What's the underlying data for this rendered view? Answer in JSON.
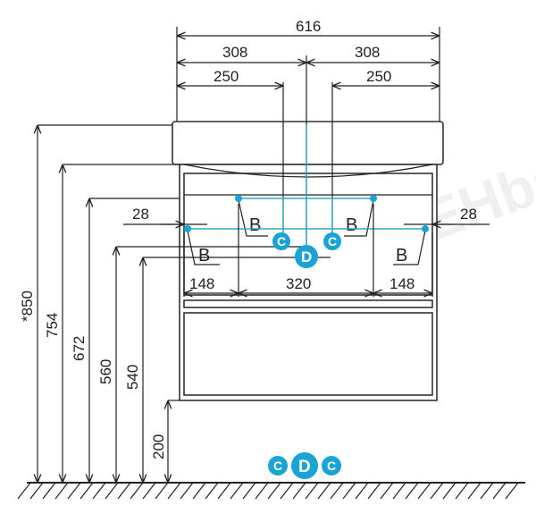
{
  "dimensions": {
    "total_width": "616",
    "half_left": "308",
    "half_right": "308",
    "offset_left": "250",
    "offset_right": "250",
    "side_left": "28",
    "side_right": "28",
    "span_left": "148",
    "span_center": "320",
    "span_right": "148",
    "h_850": "*850",
    "h_754": "754",
    "h_672": "672",
    "h_560": "560",
    "h_540": "540",
    "h_200": "200"
  },
  "labels": {
    "b": "B",
    "c": "C",
    "d": "D"
  },
  "watermark": "SANTEHbay",
  "colors": {
    "fitting_blue": "#1aa3d6",
    "line": "#222222"
  }
}
